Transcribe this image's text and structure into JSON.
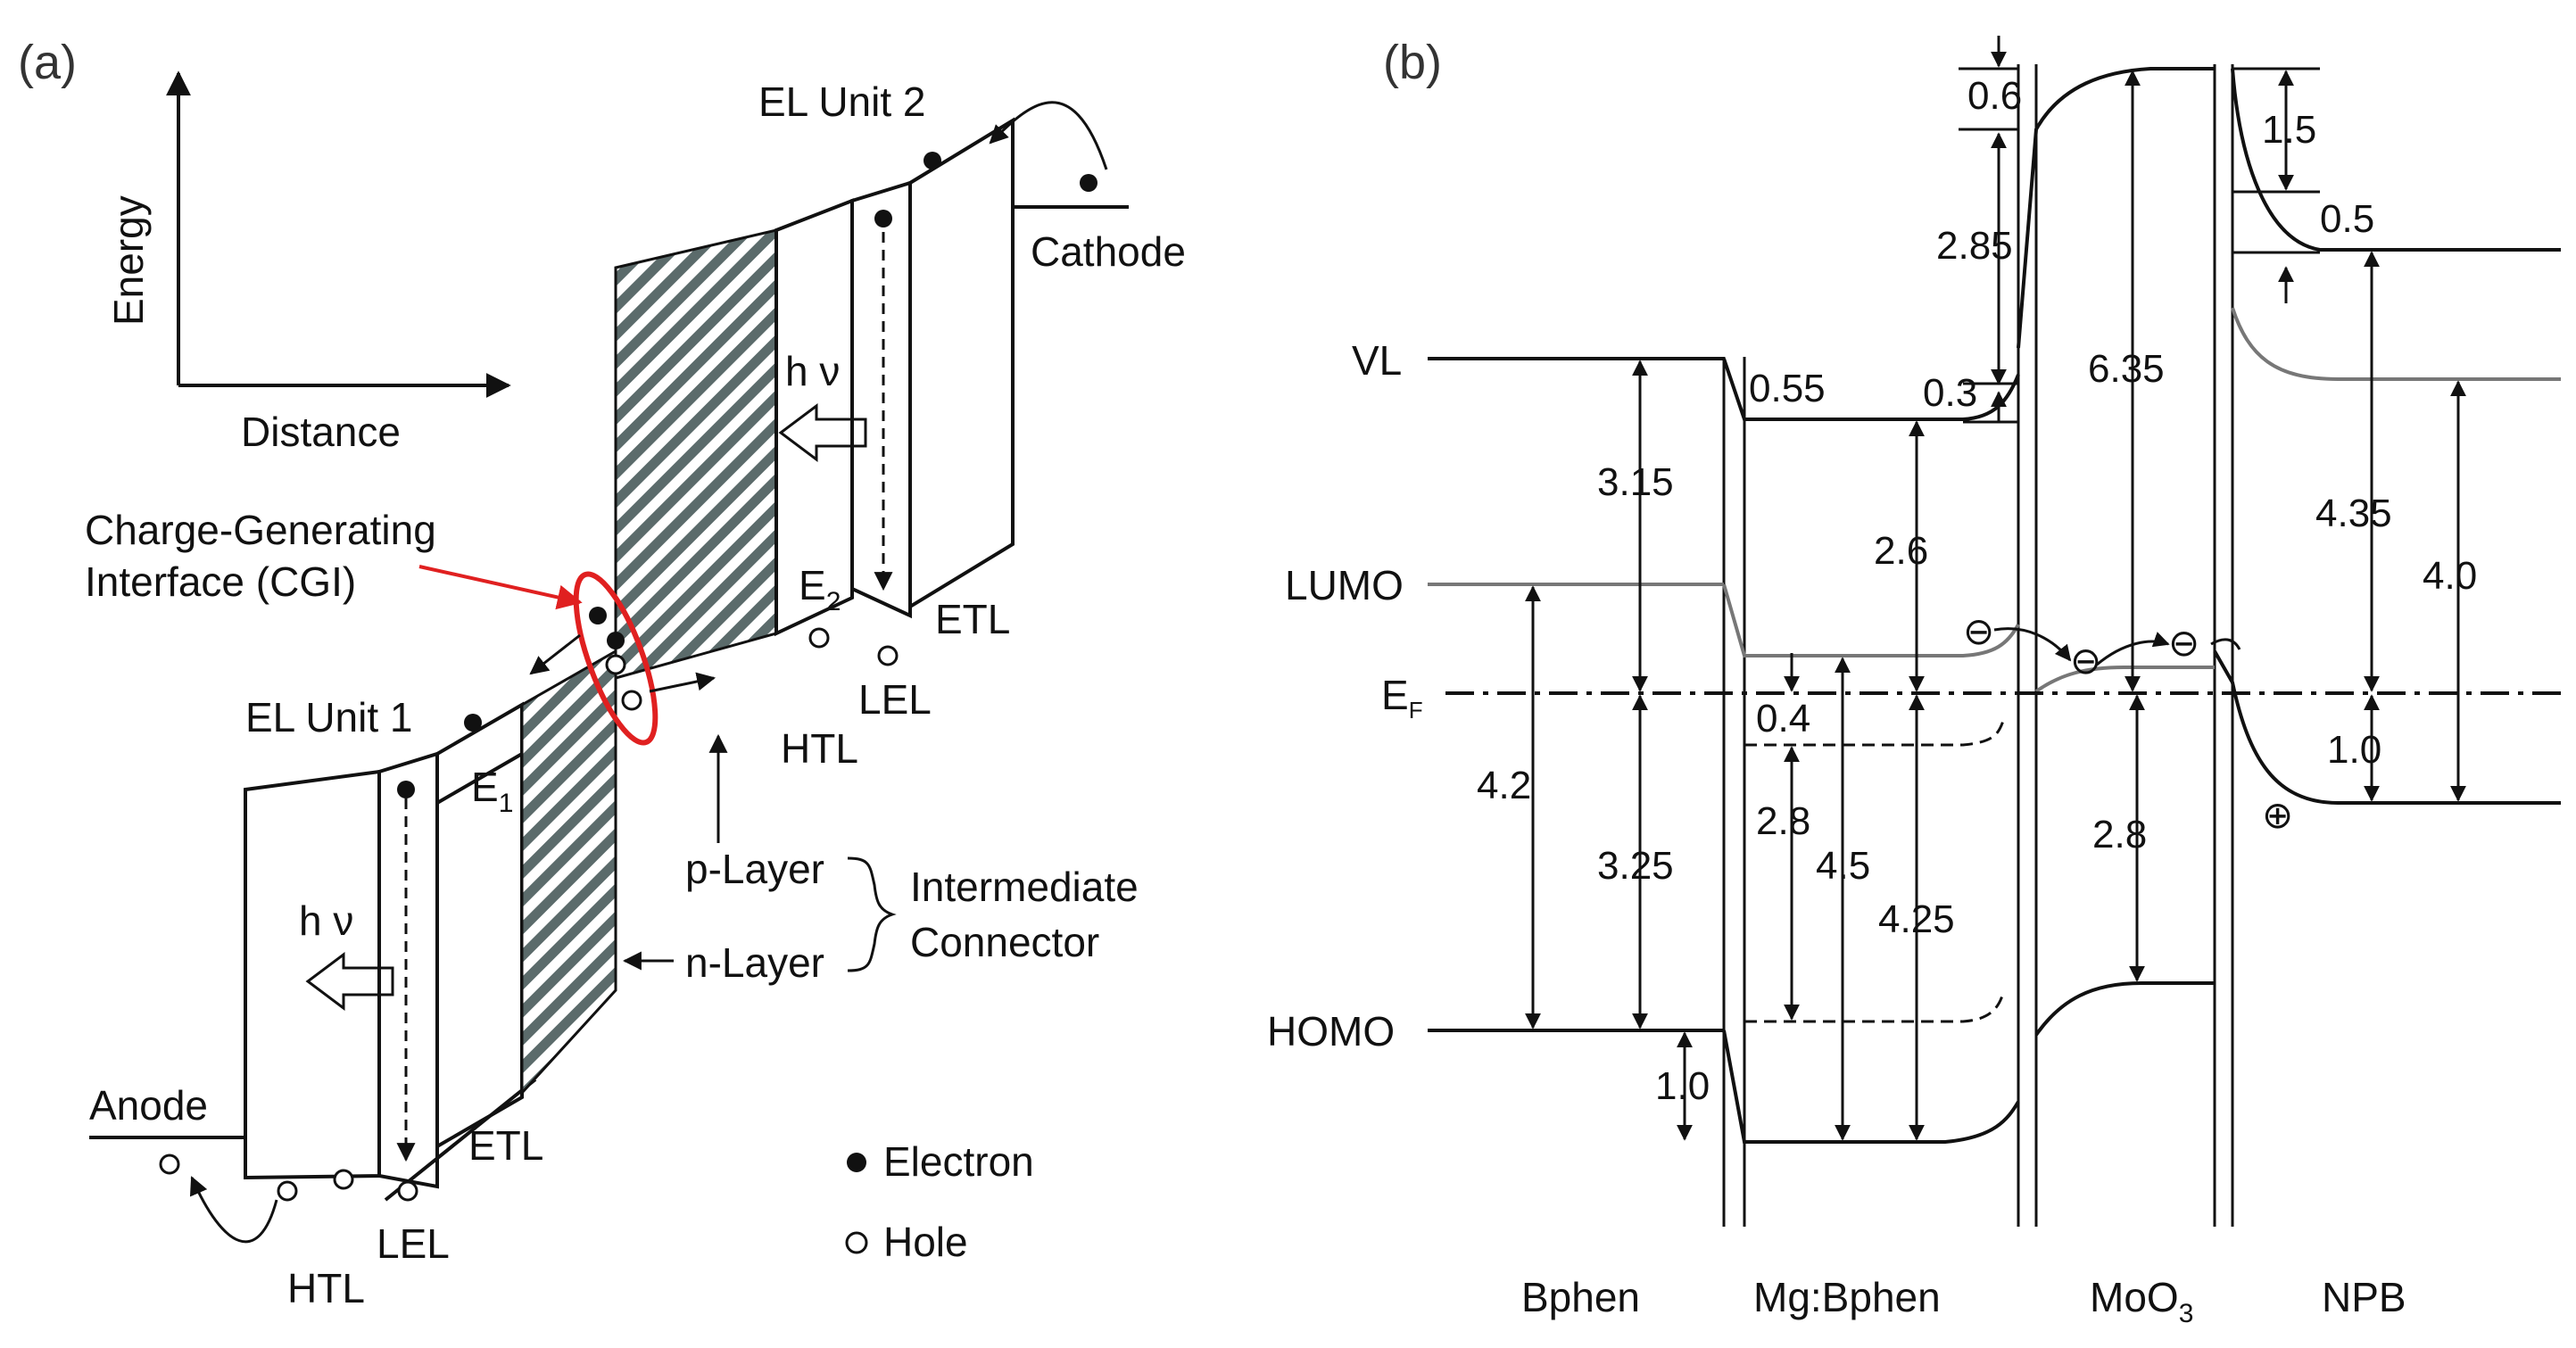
{
  "panel_a": {
    "panel_label": "(a)",
    "axis_y": "Energy",
    "axis_x": "Distance",
    "el_unit_2": "EL Unit 2",
    "el_unit_1": "EL Unit 1",
    "cathode": "Cathode",
    "anode": "Anode",
    "cgi_line1": "Charge-Generating",
    "cgi_line2": "Interface (CGI)",
    "hv": "h ν",
    "e2": "E",
    "e2_sub": "2",
    "e1": "E",
    "e1_sub": "1",
    "etl": "ETL",
    "lel": "LEL",
    "htl": "HTL",
    "p_layer": "p-Layer",
    "n_layer": "n-Layer",
    "intermediate_1": "Intermediate",
    "intermediate_2": "Connector",
    "legend_electron": "Electron",
    "legend_hole": "Hole",
    "cgi_color": "#e02020"
  },
  "panel_b": {
    "panel_label": "(b)",
    "vl": "VL",
    "lumo": "LUMO",
    "ef": "E",
    "ef_sub": "F",
    "homo": "HOMO",
    "materials": [
      "Bphen",
      "Mg:Bphen",
      "MoO",
      "NPB"
    ],
    "moo3_sub": "3",
    "values": {
      "v3_15": "3.15",
      "v0_55": "0.55",
      "v0_3": "0.3",
      "v0_6": "0.6",
      "v2_85": "2.85",
      "v6_35": "6.35",
      "v1_5": "1.5",
      "v0_5": "0.5",
      "v4_35": "4.35",
      "v4_0": "4.0",
      "v2_6": "2.6",
      "v4_2": "4.2",
      "v3_25": "3.25",
      "v0_4": "0.4",
      "v2_8_left": "2.8",
      "v4_5": "4.5",
      "v4_25": "4.25",
      "v2_8_right": "2.8",
      "v1_0_right": "1.0",
      "v1_0_left": "1.0"
    },
    "electron_symbol": "⊖",
    "hole_symbol": "⊕"
  }
}
